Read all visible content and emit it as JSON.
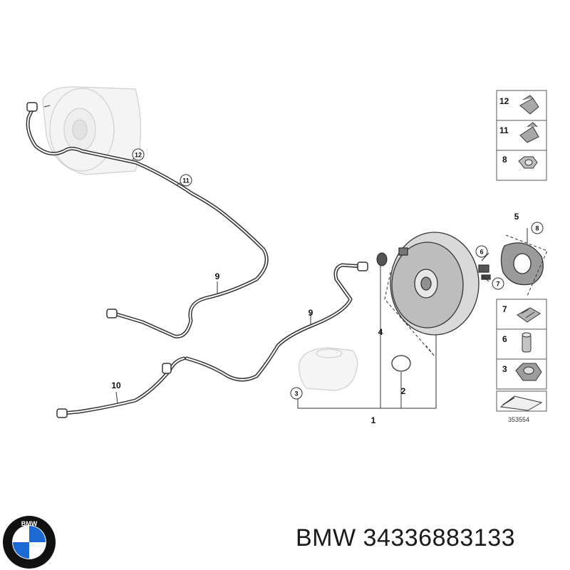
{
  "diagram": {
    "callouts": {
      "c12": "12",
      "c11": "11",
      "c9a": "9",
      "c9b": "9",
      "c10": "10",
      "c3": "3",
      "c1": "1",
      "c2": "2",
      "c4": "4",
      "c5": "5",
      "c6": "6",
      "c7": "7",
      "c8": "8"
    },
    "legend_upper": [
      {
        "num": "12",
        "icon": "clip-12-icon"
      },
      {
        "num": "11",
        "icon": "clip-11-icon"
      },
      {
        "num": "8",
        "icon": "hex-nut-icon"
      }
    ],
    "legend_lower": [
      {
        "num": "7",
        "icon": "spring-clip-icon"
      },
      {
        "num": "6",
        "icon": "pin-icon"
      },
      {
        "num": "3",
        "icon": "hex-nut-large-icon"
      }
    ],
    "ref_number": "353554"
  },
  "footer": {
    "brand": "BMW",
    "part_number": "34336883133",
    "logo_letters": "BMW"
  },
  "colors": {
    "outline": "#333333",
    "ghost": "#d6d6d6",
    "logo_blue": "#1c69d4",
    "logo_ring": "#111111"
  }
}
